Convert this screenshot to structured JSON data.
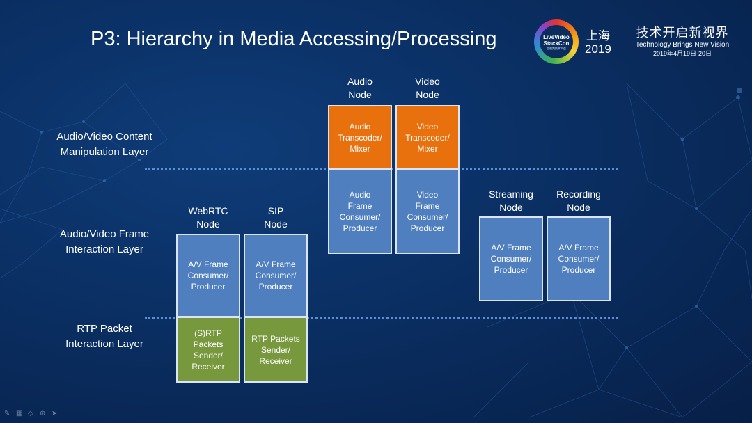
{
  "title": "P3: Hierarchy in Media Accessing/Processing",
  "logo": {
    "line1": "LiveVideo",
    "line2": "StackCon",
    "line3": "音视频技术大会"
  },
  "event": {
    "city": "上海",
    "year": "2019",
    "slogan_cn": "技术开启新视界",
    "slogan_en": "Technology Brings New Vision",
    "date": "2019年4月19日-20日"
  },
  "layers": [
    {
      "line1": "Audio/Video Content",
      "line2": "Manipulation Layer"
    },
    {
      "line1": "Audio/Video Frame",
      "line2": "Interaction Layer"
    },
    {
      "line1": "RTP Packet",
      "line2": "Interaction Layer"
    }
  ],
  "nodes": {
    "webrtc": {
      "label1": "WebRTC",
      "label2": "Node",
      "frame": [
        "A/V Frame",
        "Consumer/",
        "Producer"
      ],
      "rtp": [
        "(S)RTP",
        "Packets",
        "Sender/",
        "Receiver"
      ]
    },
    "sip": {
      "label1": "SIP",
      "label2": "Node",
      "frame": [
        "A/V Frame",
        "Consumer/",
        "Producer"
      ],
      "rtp": [
        "RTP Packets",
        "Sender/",
        "Receiver"
      ]
    },
    "audio": {
      "label1": "Audio",
      "label2": "Node",
      "content": [
        "Audio",
        "Transcoder/",
        "Mixer"
      ],
      "frame": [
        "Audio",
        "Frame",
        "Consumer/",
        "Producer"
      ]
    },
    "video": {
      "label1": "Video",
      "label2": "Node",
      "content": [
        "Video",
        "Transcoder/",
        "Mixer"
      ],
      "frame": [
        "Video",
        "Frame",
        "Consumer/",
        "Producer"
      ]
    },
    "streaming": {
      "label1": "Streaming",
      "label2": "Node",
      "frame": [
        "A/V Frame",
        "Consumer/",
        "Producer"
      ]
    },
    "recording": {
      "label1": "Recording",
      "label2": "Node",
      "frame": [
        "A/V Frame",
        "Consumer/",
        "Producer"
      ]
    }
  },
  "colors": {
    "frame_box": "#4f7fbe",
    "content_box": "#e8700d",
    "rtp_box": "#77983d",
    "divider": "#5b8ed6"
  },
  "toolbar_icons": [
    "pen-icon",
    "slides-icon",
    "eraser-icon",
    "zoom-icon",
    "pointer-icon"
  ]
}
